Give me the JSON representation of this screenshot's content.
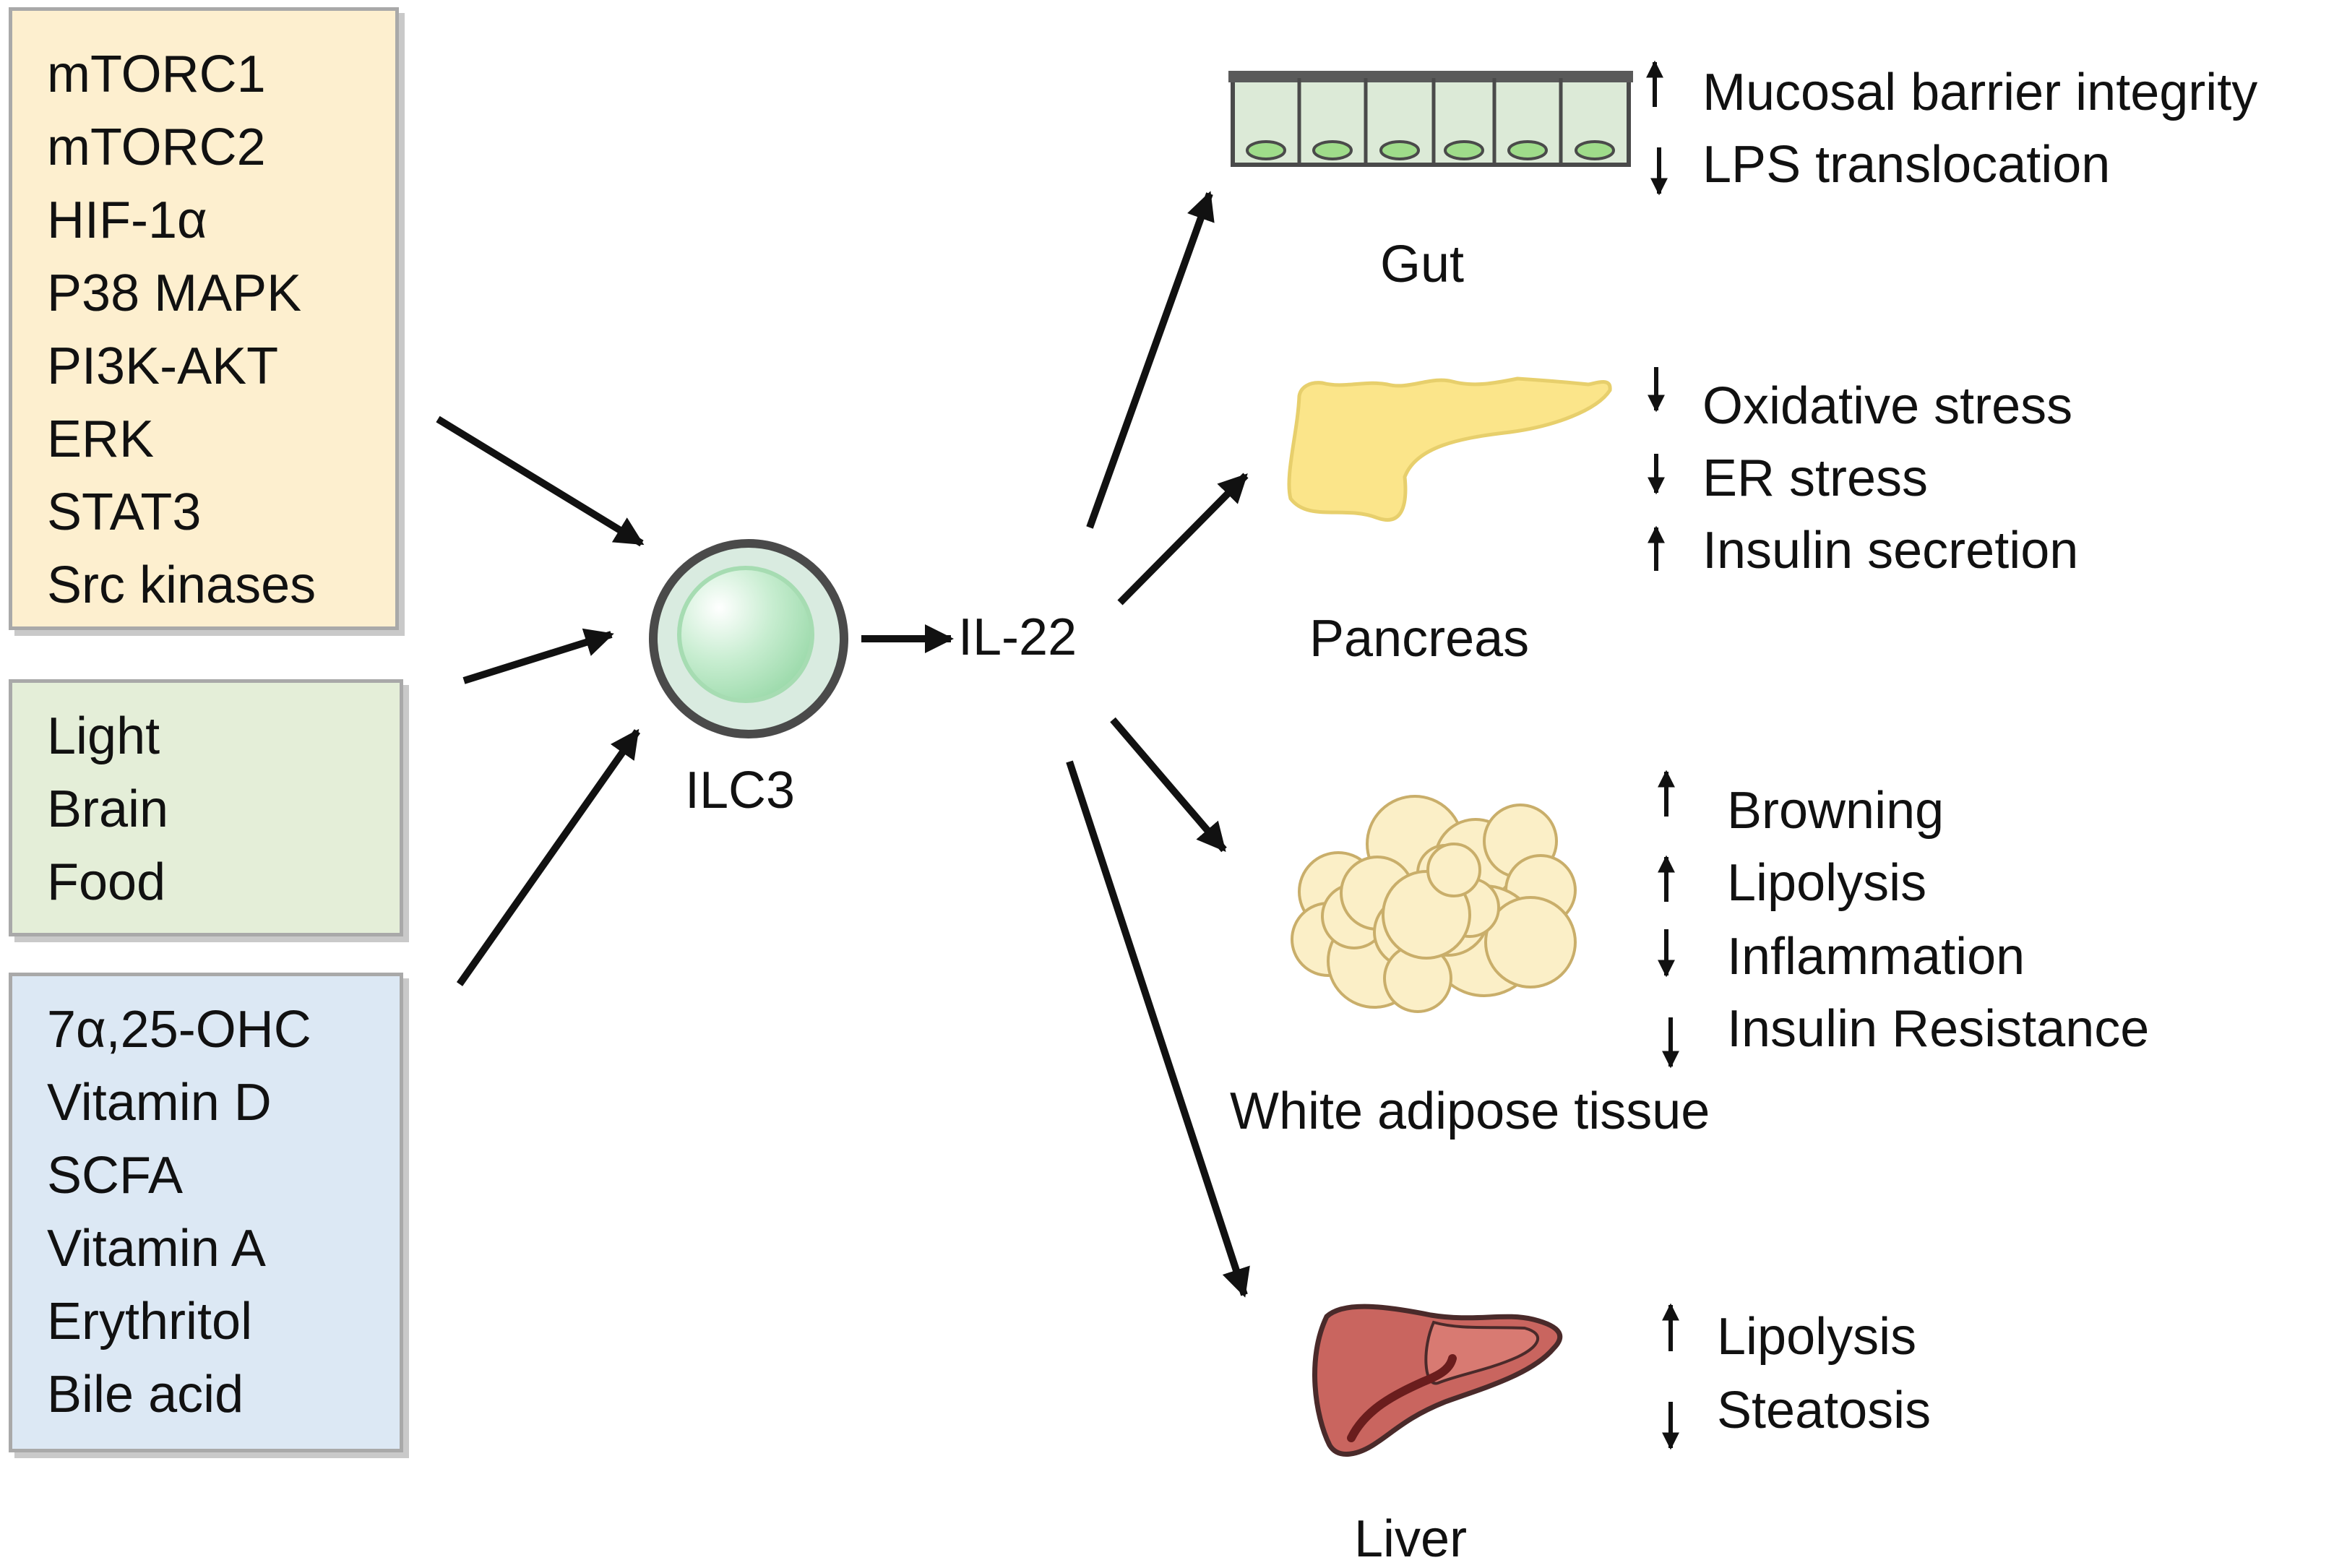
{
  "inputs": {
    "signaling": [
      "mTORC1",
      "mTORC2",
      "HIF-1α",
      "P38 MAPK",
      "PI3K-AKT",
      "ERK",
      "STAT3",
      "Src kinases"
    ],
    "environment": [
      "Light",
      "Brain",
      "Food"
    ],
    "metabolites": [
      "7α,25-OHC",
      "Vitamin D",
      "SCFA",
      "Vitamin A",
      "Erythritol",
      "Bile acid"
    ]
  },
  "colors": {
    "signaling_box": "#fdefcf",
    "environment_box": "#e4eed8",
    "metabolites_box": "#dce8f4",
    "cell_ring": "#d9ebe0",
    "cell_nucleus": "#9fdcad",
    "gut_cells": "#dcead7",
    "pancreas": "#fbe58a",
    "adipose": "#fbefc7",
    "liver": "#c9655f"
  },
  "cell": {
    "label": "ILC3"
  },
  "cytokine": {
    "label": "IL-22"
  },
  "organs": {
    "gut": {
      "label": "Gut",
      "effects": [
        {
          "direction": "up",
          "text": "Mucosal barrier integrity"
        },
        {
          "direction": "down",
          "text": "LPS translocation"
        }
      ]
    },
    "pancreas": {
      "label": "Pancreas",
      "effects": [
        {
          "direction": "down",
          "text": "Oxidative stress"
        },
        {
          "direction": "down",
          "text": "ER stress"
        },
        {
          "direction": "up",
          "text": "Insulin secretion"
        }
      ]
    },
    "adipose": {
      "label": "White adipose tissue",
      "effects": [
        {
          "direction": "up",
          "text": "Browning"
        },
        {
          "direction": "up",
          "text": "Lipolysis"
        },
        {
          "direction": "down",
          "text": "Inflammation"
        },
        {
          "direction": "down",
          "text": "Insulin Resistance"
        }
      ]
    },
    "liver": {
      "label": "Liver",
      "effects": [
        {
          "direction": "up",
          "text": "Lipolysis"
        },
        {
          "direction": "down",
          "text": "Steatosis"
        }
      ]
    }
  }
}
